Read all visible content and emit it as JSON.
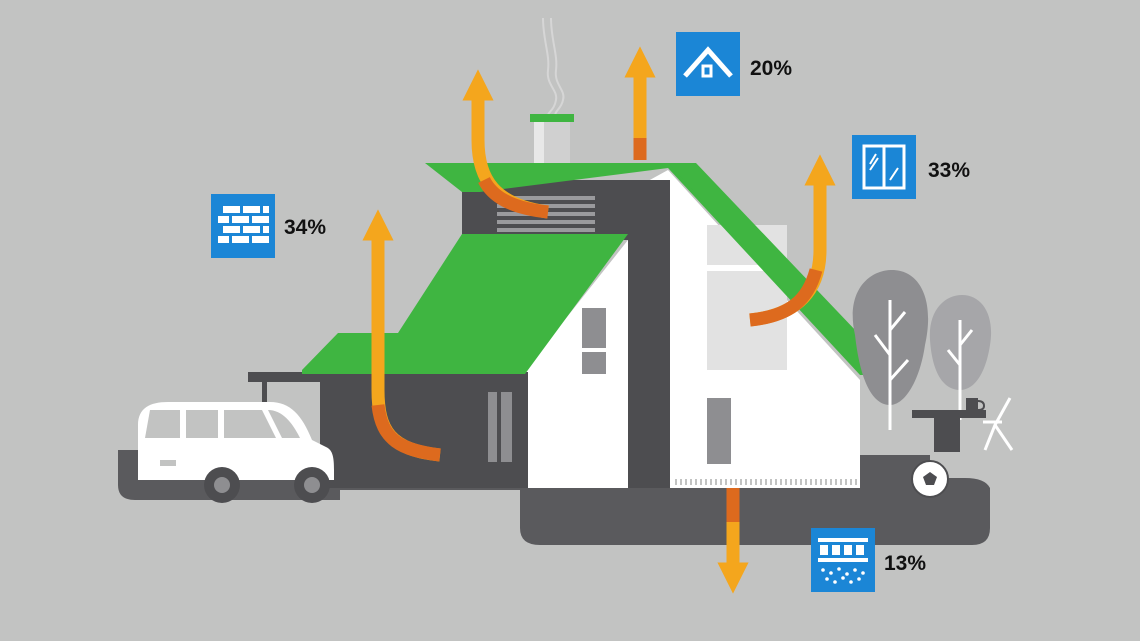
{
  "heat_loss": [
    {
      "source": "walls",
      "icon": "brick-wall-icon",
      "label": "34%",
      "value": 34
    },
    {
      "source": "roof",
      "icon": "house-roof-icon",
      "label": "20%",
      "value": 20
    },
    {
      "source": "windows",
      "icon": "window-icon",
      "label": "33%",
      "value": 33
    },
    {
      "source": "floor",
      "icon": "floor-insulation-icon",
      "label": "13%",
      "value": 13
    }
  ],
  "colors": {
    "background": "#c2c3c2",
    "roof": "#3fb541",
    "icon_tile": "#1b86d6",
    "arrow_light": "#f4a61d",
    "arrow_dark": "#dd6a1e",
    "wall_white": "#ffffff",
    "wall_dark": "#4d4d50",
    "ground": "#5a5a5d"
  }
}
